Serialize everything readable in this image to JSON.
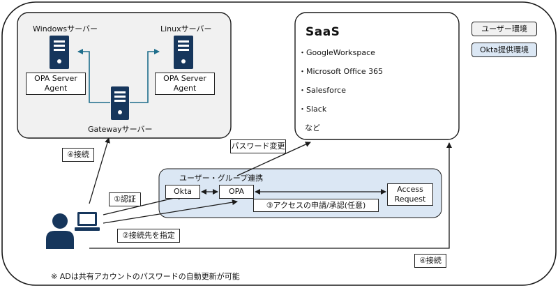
{
  "legend": {
    "user_env": "ユーザー環境",
    "okta_env": "Okta提供環境"
  },
  "servers": {
    "windows_label": "Windowsサーバー",
    "linux_label": "Linuxサーバー",
    "gateway_label": "Gatewayサーバー",
    "agent_line1": "OPA Server",
    "agent_line2": "Agent"
  },
  "saas": {
    "title": "SaaS",
    "items": [
      "・GoogleWorkspace",
      "・Microsoft Office 365",
      "・Salesforce",
      "・Slack"
    ],
    "other": "など"
  },
  "okta_region": {
    "title": "ユーザー・グループ連携",
    "okta": "Okta",
    "opa": "OPA",
    "access_request_line1": "Access",
    "access_request_line2": "Request"
  },
  "steps": {
    "connect_top": "④接続",
    "auth": "①認証",
    "specify": "②接続先を指定",
    "apply": "③アクセスの申請/承認(任意)",
    "connect_bottom": "④接続",
    "password_change": "パスワード変更"
  },
  "note": "※ ADは共有アカウントのパスワードの自動更新が可能",
  "colors": {
    "navy": "#16365c",
    "teal": "#1f6e8c",
    "okta_blue": "#dbe7f4",
    "server_bg": "#f1f1f1"
  },
  "icons": [
    "server-icon",
    "user-icon",
    "laptop-icon"
  ]
}
